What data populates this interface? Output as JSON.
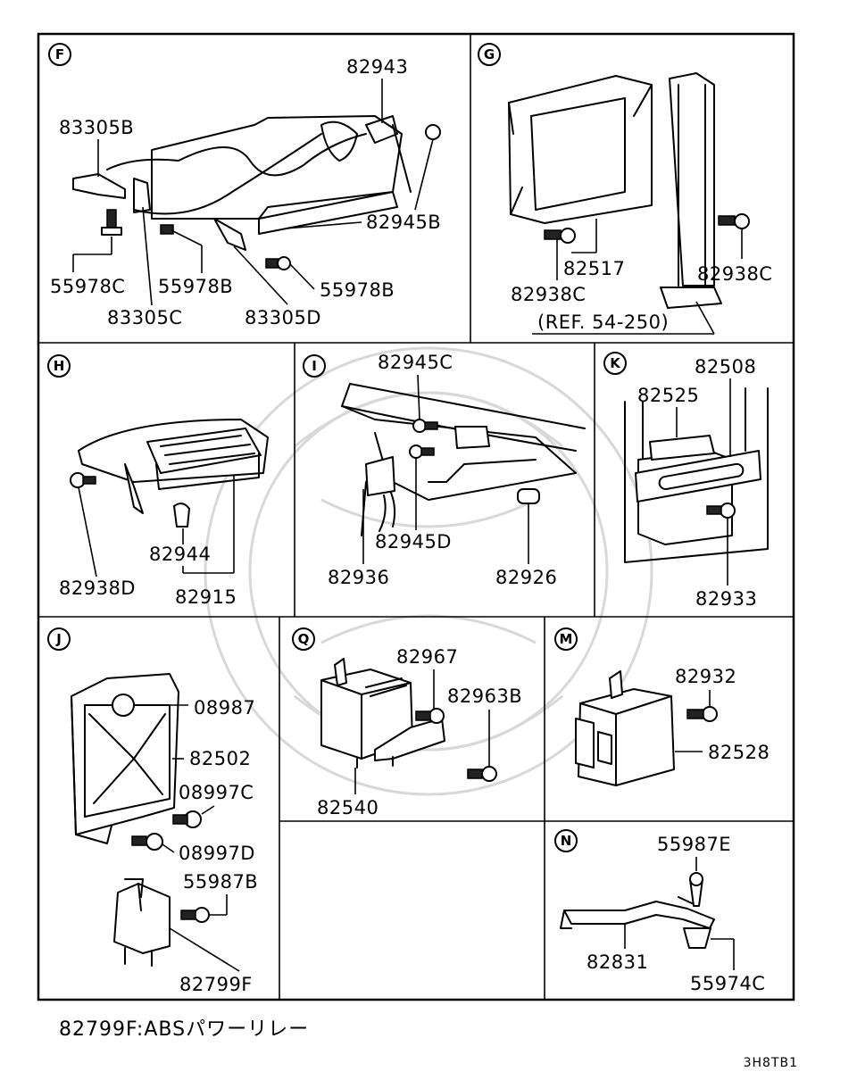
{
  "sections": {
    "F": {
      "letter": "F",
      "labels": [
        "82943",
        "83305B",
        "82945B",
        "55978C",
        "55978B",
        "55978B",
        "83305C",
        "83305D"
      ]
    },
    "G": {
      "letter": "G",
      "labels": [
        "82517",
        "82938C",
        "82938C"
      ],
      "ref": "(REF. 54-250)"
    },
    "H": {
      "letter": "H",
      "labels": [
        "82944",
        "82938D",
        "82915"
      ]
    },
    "I": {
      "letter": "I",
      "labels": [
        "82945C",
        "82945D",
        "82936",
        "82926"
      ]
    },
    "K": {
      "letter": "K",
      "labels": [
        "82508",
        "82525",
        "82933"
      ]
    },
    "J": {
      "letter": "J",
      "labels": [
        "08987",
        "82502",
        "08997C",
        "08997D",
        "55987B",
        "82799F"
      ]
    },
    "Q": {
      "letter": "Q",
      "labels": [
        "82967",
        "82963B",
        "82540"
      ]
    },
    "M": {
      "letter": "M",
      "labels": [
        "82932",
        "82528"
      ]
    },
    "N": {
      "letter": "N",
      "labels": [
        "55987E",
        "82831",
        "55974C"
      ]
    }
  },
  "footnote": "82799F:ABSパワーリレー",
  "drawing_code": "3H8TB1"
}
